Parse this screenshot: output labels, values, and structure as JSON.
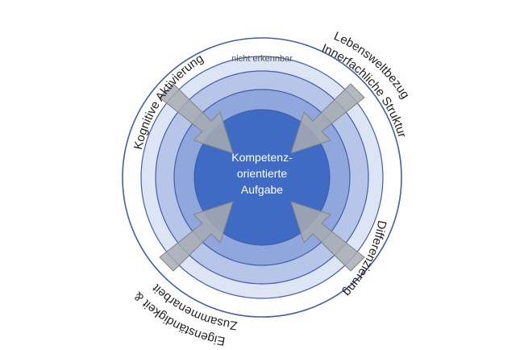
{
  "center": {
    "lines": [
      "Kompetenz-",
      "orientierte",
      "Aufgabe"
    ]
  },
  "outer_ring_label": "nicht erkennbar",
  "dimensions": {
    "top_left": "Kognitive Aktivierung",
    "top_right_outer": "Lebensweltbezug",
    "top_right_inner": "Innerfachliche Struktur",
    "bottom_right": "Differenzierung",
    "bottom_left_outer": "Eigenständigkeit &",
    "bottom_left_inner": "Zusammenarbeit"
  },
  "colors": {
    "outer_circle_stroke": "#3f5fa8",
    "ring_1": "#dde4f3",
    "ring_2": "#b7c6e8",
    "ring_3": "#8fa7dc",
    "core": "#3f6bc4",
    "arrow": "#a8acb2",
    "arrow_stroke": "#7f8388"
  }
}
